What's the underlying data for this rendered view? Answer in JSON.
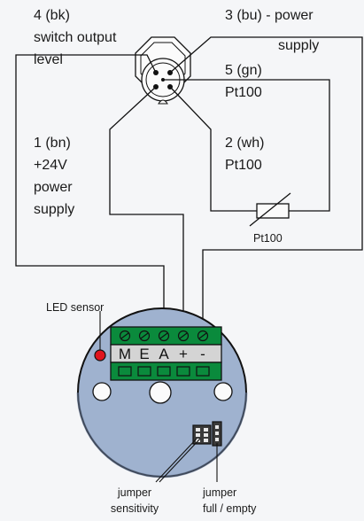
{
  "pin_labels": {
    "pin4": [
      "4 (bk)",
      "switch output",
      "level"
    ],
    "pin3": [
      "3 (bu) - power",
      "supply"
    ],
    "pin5": [
      "5 (gn)",
      "Pt100"
    ],
    "pin1": [
      "1 (bn)",
      "+24V",
      "power",
      "supply"
    ],
    "pin2": [
      "2 (wh)",
      "Pt100"
    ]
  },
  "resistor_label": "Pt100",
  "led_label": "LED sensor",
  "terminal_letters": [
    "M",
    "E",
    "A",
    "+",
    "-"
  ],
  "jumper_sensitivity": [
    "jumper",
    "sensitivity"
  ],
  "jumper_full_empty": [
    "jumper",
    "full / empty"
  ],
  "colors": {
    "board": "#9fb2cf",
    "led": "#e0141e",
    "terminal_green": "#0a8a3c",
    "background": "#f5f6f8"
  }
}
